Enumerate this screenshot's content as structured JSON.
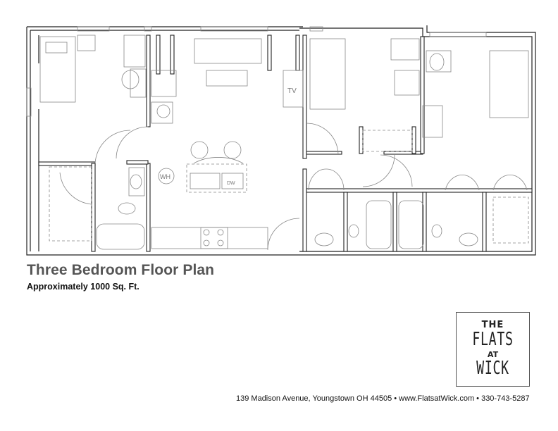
{
  "header": {
    "title": "Three Bedroom Floor Plan",
    "subtitle": "Approximately 1000 Sq. Ft."
  },
  "plan": {
    "labels": {
      "tv": "TV",
      "water_heater": "WH",
      "dishwasher": "DW"
    }
  },
  "logo": {
    "line1": "THE",
    "line2": "FLATS",
    "line3": "AT",
    "line4": "WICK"
  },
  "footer": {
    "contact": "139 Madison Avenue, Youngstown OH 44505 • www.FlatsatWick.com • 330-743-5287"
  }
}
